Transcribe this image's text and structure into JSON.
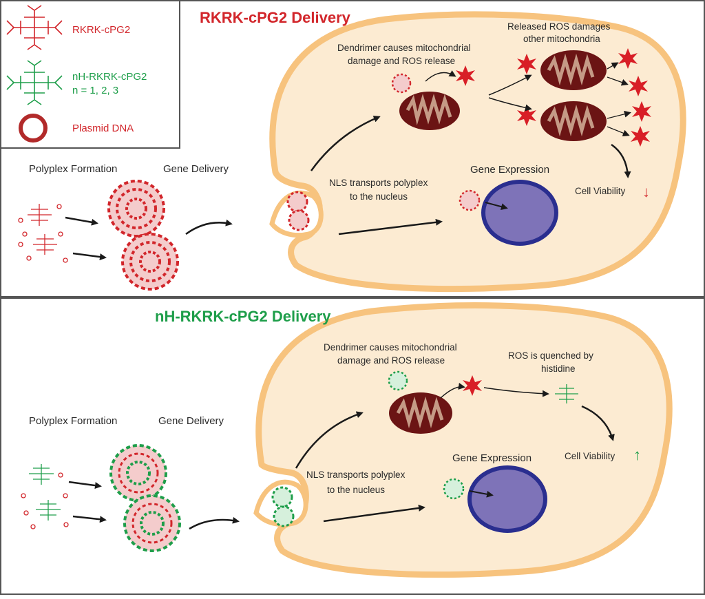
{
  "legend": {
    "items": [
      {
        "label": "RKRK-cPG2",
        "color": "#d2262b"
      },
      {
        "label": "nH-RKRK-cPG2",
        "color": "#1e9e4a"
      },
      {
        "label": "n = 1, 2, 3",
        "color": "#1e9e4a"
      },
      {
        "label": "Plasmid DNA",
        "color": "#d2262b"
      }
    ]
  },
  "top_panel": {
    "title": "RKRK-cPG2 Delivery",
    "title_color": "#d2262b",
    "polyplex_formation": "Polyplex Formation",
    "gene_delivery": "Gene Delivery",
    "dendrimer_line1": "Dendrimer causes mitochondrial",
    "dendrimer_line2": "damage and ROS release",
    "released_line1": "Released ROS damages",
    "released_line2": "other mitochondria",
    "nls_line1": "NLS transports polyplex",
    "nls_line2": "to the nucleus",
    "gene_expression": "Gene Expression",
    "cell_viability": "Cell Viability",
    "viability_arrow": "↓"
  },
  "bottom_panel": {
    "title": "nH-RKRK-cPG2 Delivery",
    "title_color": "#1e9e4a",
    "polyplex_formation": "Polyplex Formation",
    "gene_delivery": "Gene Delivery",
    "dendrimer_line1": "Dendrimer causes mitochondrial",
    "dendrimer_line2": "damage and ROS release",
    "quench_line1": "ROS is quenched by",
    "quench_line2": "histidine",
    "nls_line1": "NLS transports polyplex",
    "nls_line2": "to the nucleus",
    "gene_expression": "Gene Expression",
    "cell_viability": "Cell Viability",
    "viability_arrow": "↑"
  },
  "colors": {
    "cell_fill": "#fcebd2",
    "cell_border": "#f7c37e",
    "nucleus_fill": "#7e73b8",
    "nucleus_border": "#2a2e8f",
    "mito_fill": "#6b1414",
    "mito_inner": "#c59a86",
    "ros": "#d81e26",
    "red": "#d2262b",
    "green": "#1e9e4a"
  }
}
